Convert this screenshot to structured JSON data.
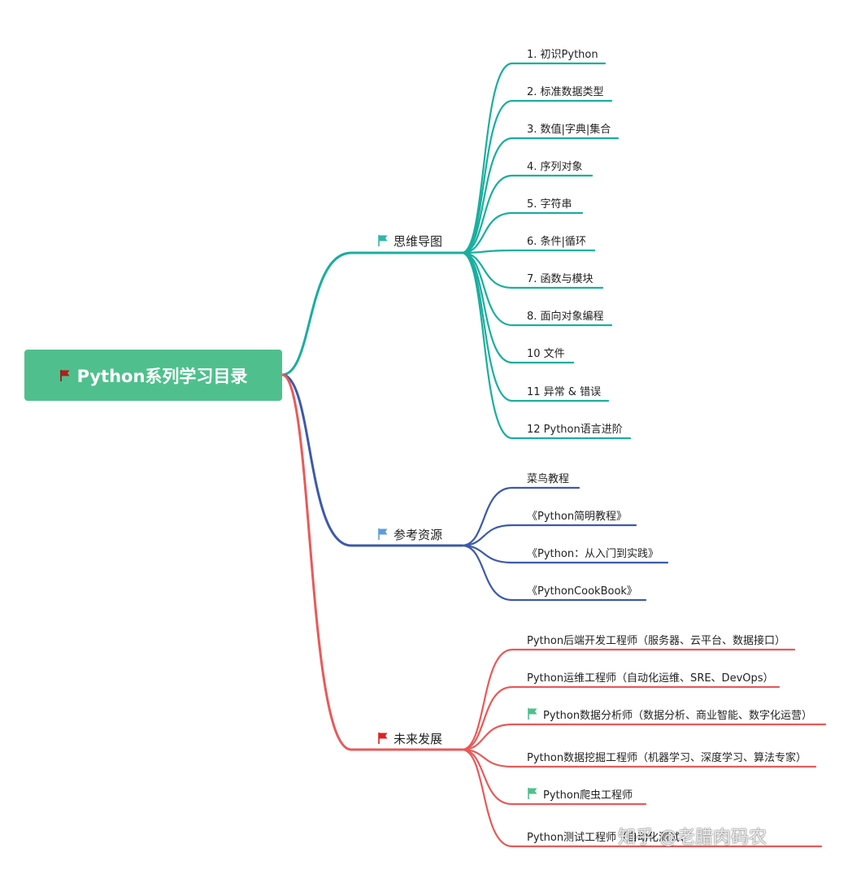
{
  "root": {
    "title": "Python系列学习目录",
    "flag_color": "#b71c1c"
  },
  "colors": {
    "root_fill": "#4fc08d",
    "branch_teal": "#1aae9f",
    "branch_blue": "#3c5aa8",
    "branch_red": "#e85a5a",
    "flag_teal": "#2fb7a8",
    "flag_blue": "#5b9be0",
    "flag_red": "#e02020",
    "flag_green": "#4fc08d"
  },
  "branches": [
    {
      "label": "思维导图",
      "flag": "teal",
      "items": [
        {
          "label": "1. 初识Python"
        },
        {
          "label": "2. 标准数据类型"
        },
        {
          "label": "3. 数值|字典|集合"
        },
        {
          "label": "4. 序列对象"
        },
        {
          "label": "5. 字符串"
        },
        {
          "label": "6. 条件|循环"
        },
        {
          "label": "7. 函数与模块"
        },
        {
          "label": "8. 面向对象编程"
        },
        {
          "label": "10 文件"
        },
        {
          "label": "11 异常 & 错误"
        },
        {
          "label": "12 Python语言进阶"
        }
      ]
    },
    {
      "label": "参考资源",
      "flag": "blue",
      "items": [
        {
          "label": "菜鸟教程"
        },
        {
          "label": "《Python简明教程》"
        },
        {
          "label": "《Python：从入门到实践》"
        },
        {
          "label": "《PythonCookBook》"
        }
      ]
    },
    {
      "label": "未来发展",
      "flag": "red",
      "items": [
        {
          "label": "Python后端开发工程师（服务器、云平台、数据接口）"
        },
        {
          "label": "Python运维工程师（自动化运维、SRE、DevOps）"
        },
        {
          "label": "Python数据分析师（数据分析、商业智能、数字化运营）",
          "flag": "green"
        },
        {
          "label": "Python数据挖掘工程师（机器学习、深度学习、算法专家）"
        },
        {
          "label": "Python爬虫工程师",
          "flag": "green"
        },
        {
          "label": "Python测试工程师（自动化测试、"
        }
      ]
    }
  ],
  "watermark": "知乎 @老腊肉码农"
}
